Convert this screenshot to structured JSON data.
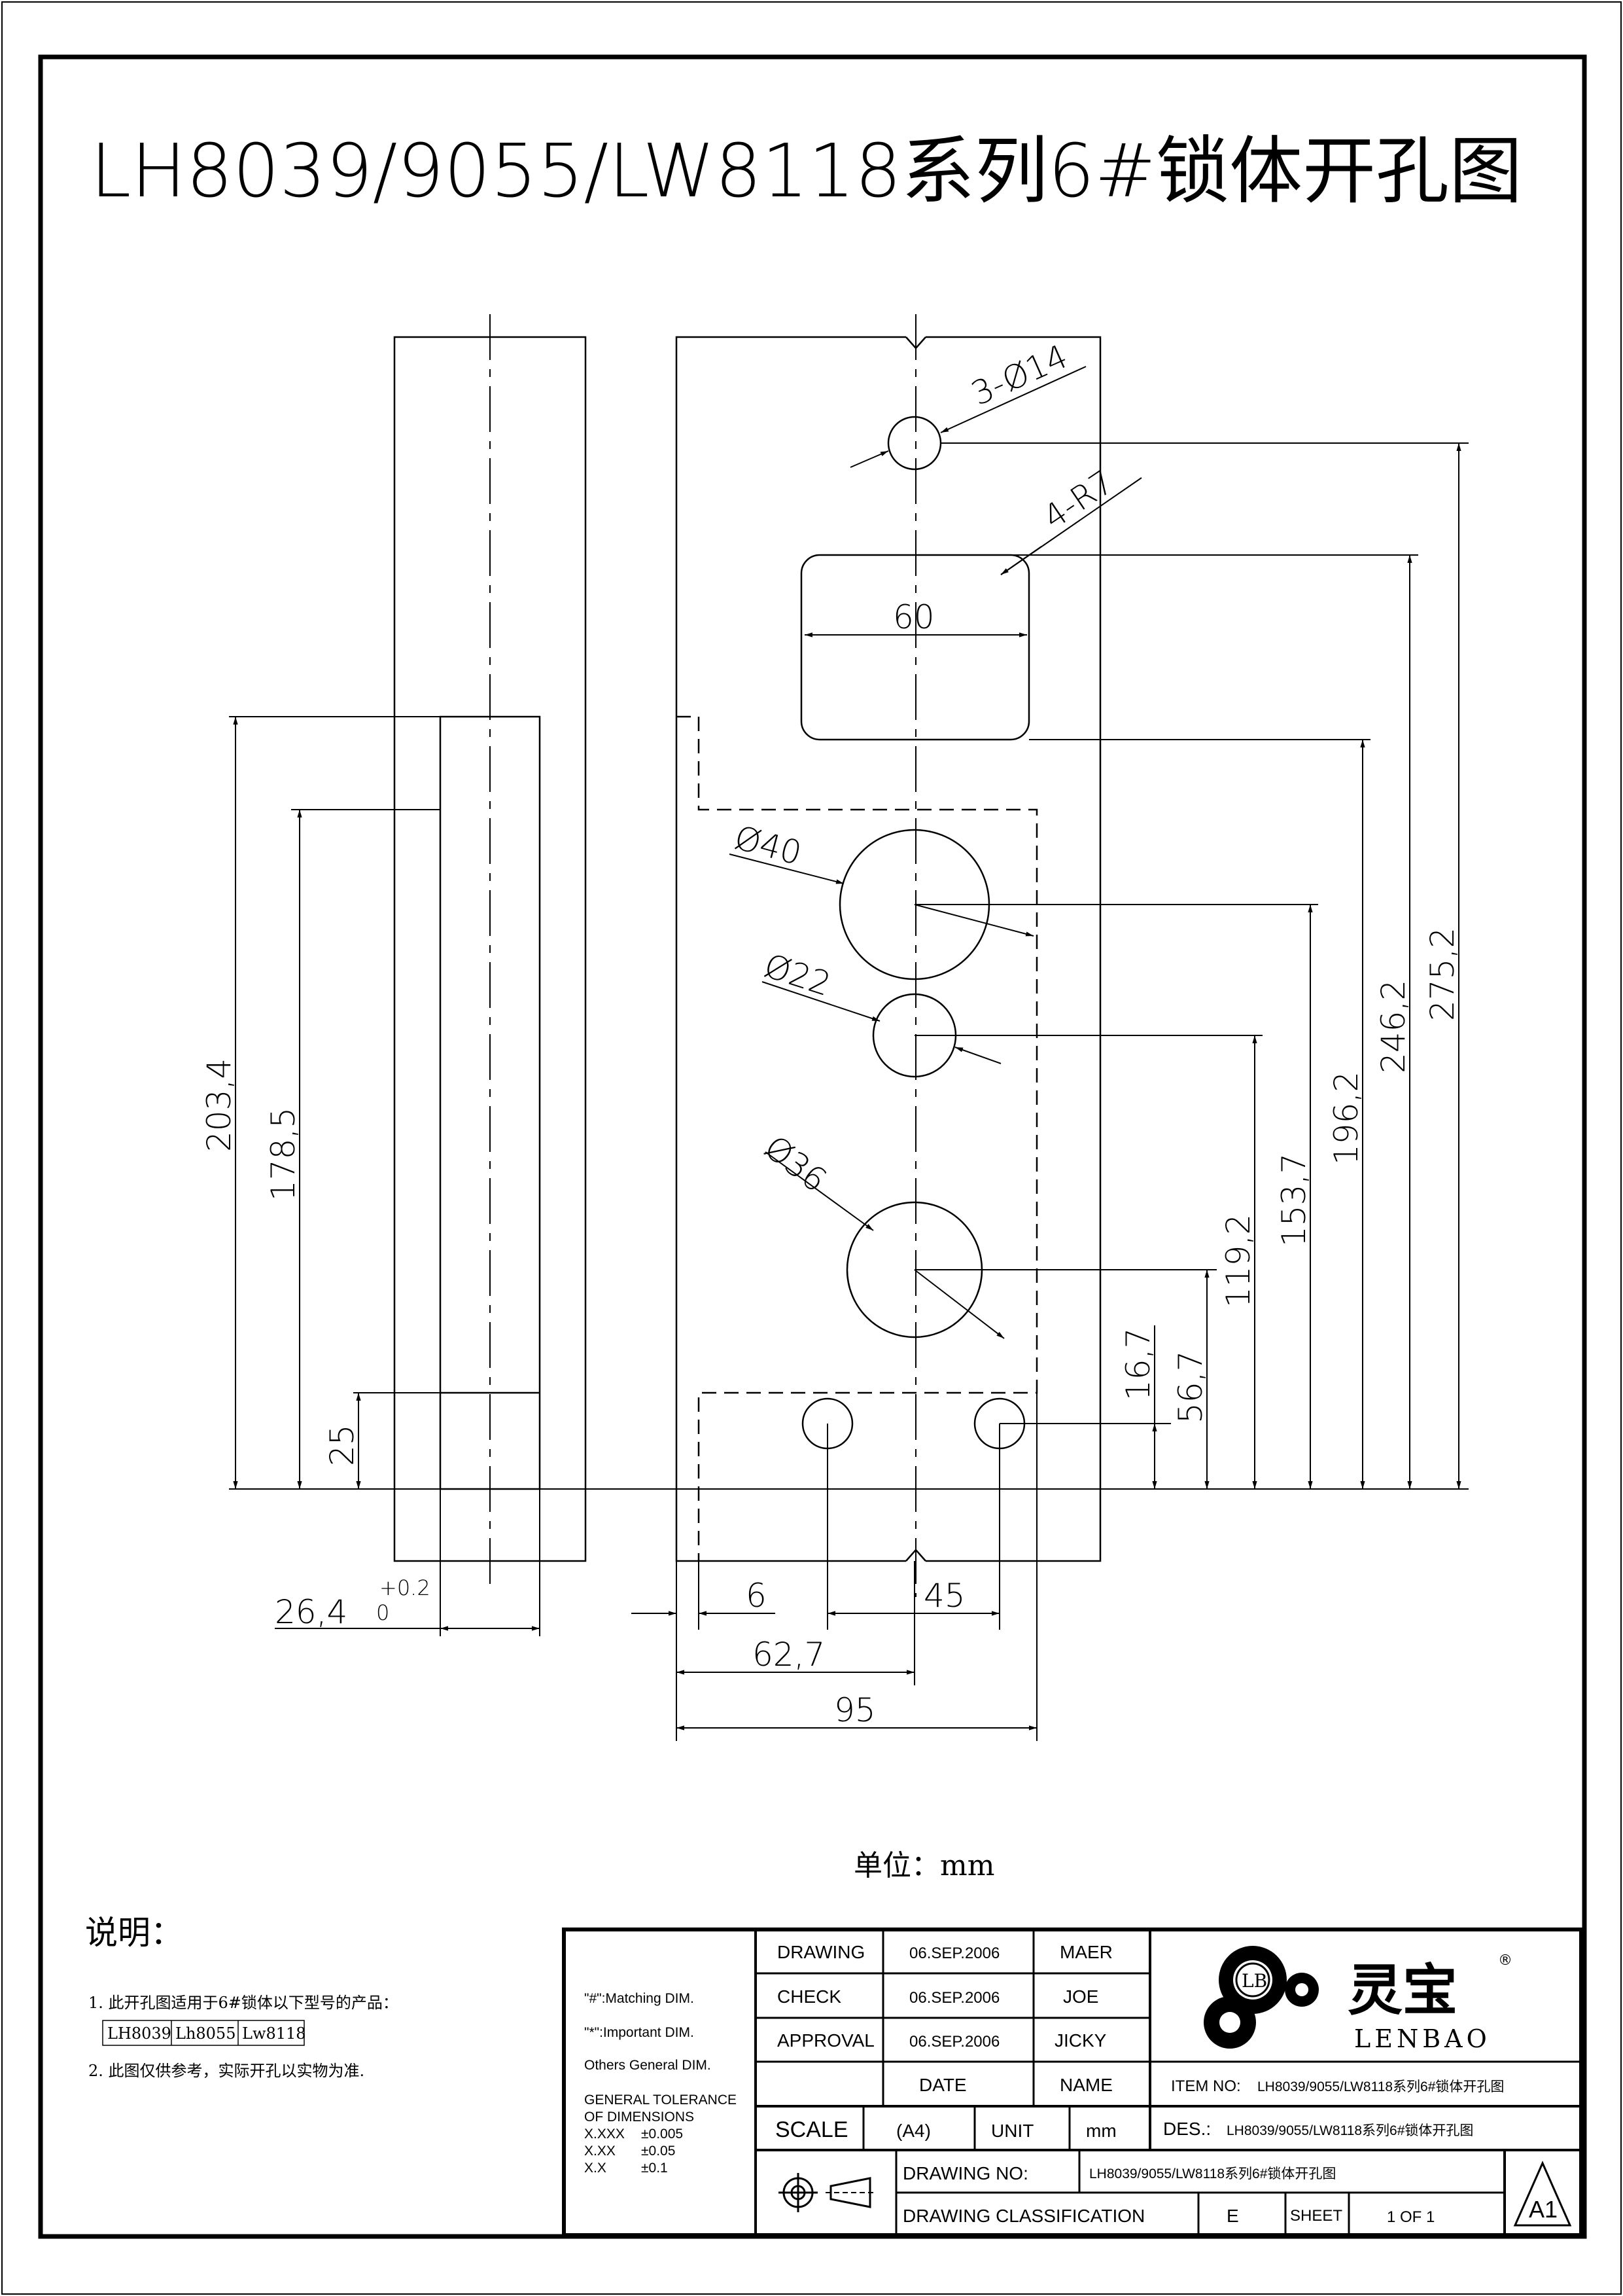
{
  "title": "LH8039/9055/LW8118系列6#锁体开孔图",
  "unit_label": "单位：mm",
  "dimensions": {
    "holes_3": "3-Ø14",
    "radius_4": "4-R7",
    "width_60": "60",
    "dia_40": "Ø40",
    "dia_22": "Ø22",
    "dia_36": "Ø36",
    "h_275": "275,2",
    "h_246": "246,2",
    "h_196": "196,2",
    "h_153": "153,7",
    "h_119": "119,2",
    "h_56": "56,7",
    "h_16": "16,7",
    "h_203": "203,4",
    "h_178": "178,5",
    "h_25": "25",
    "w_26": "26,4",
    "tol_upper": "+0.2",
    "tol_lower": "0",
    "w_6": "6",
    "w_45": "45",
    "w_62": "62,7",
    "w_95": "95"
  },
  "notes": {
    "heading": "说明：",
    "line1": "1. 此开孔图适用于6#锁体以下型号的产品：",
    "models": [
      "LH8039",
      "Lh8055",
      "Lw8118"
    ],
    "line2": "2. 此图仅供参考，实际开孔以实物为准."
  },
  "title_block": {
    "legend": {
      "matching": "\"#\":Matching  DIM.",
      "important": "\"*\":Important  DIM.",
      "others": "Others General  DIM.",
      "tol_heading1": "GENERAL TOLERANCE",
      "tol_heading2": "OF DIMENSIONS",
      "tol_rows": [
        {
          "fmt": "X.XXX",
          "val": "±0.005"
        },
        {
          "fmt": "X.XX",
          "val": "±0.05"
        },
        {
          "fmt": "X.X",
          "val": "±0.1"
        }
      ]
    },
    "rows": [
      {
        "role": "DRAWING",
        "date": "06.SEP.2006",
        "name": "MAER"
      },
      {
        "role": "CHECK",
        "date": "06.SEP.2006",
        "name": "JOE"
      },
      {
        "role": "APPROVAL",
        "date": "06.SEP.2006",
        "name": "JICKY"
      }
    ],
    "date_header": "DATE",
    "name_header": "NAME",
    "scale_label": "SCALE",
    "scale_value": "(A4)",
    "unit_label": "UNIT",
    "unit_value": "mm",
    "item_no_label": "ITEM NO:",
    "item_no_value": "LH8039/9055/LW8118系列6#锁体开孔图",
    "des_label": "DES.:",
    "des_value": "LH8039/9055/LW8118系列6#锁体开孔图",
    "drawing_no_label": "DRAWING NO:",
    "drawing_no_value": "LH8039/9055/LW8118系列6#锁体开孔图",
    "classification_label": "DRAWING CLASSIFICATION",
    "classification_value": "E",
    "sheet_label": "SHEET",
    "sheet_value": "1 OF 1",
    "size_mark": "A1",
    "logo_cn": "灵宝",
    "logo_en": "LENBAO",
    "logo_badge": "LB",
    "registered": "®"
  }
}
